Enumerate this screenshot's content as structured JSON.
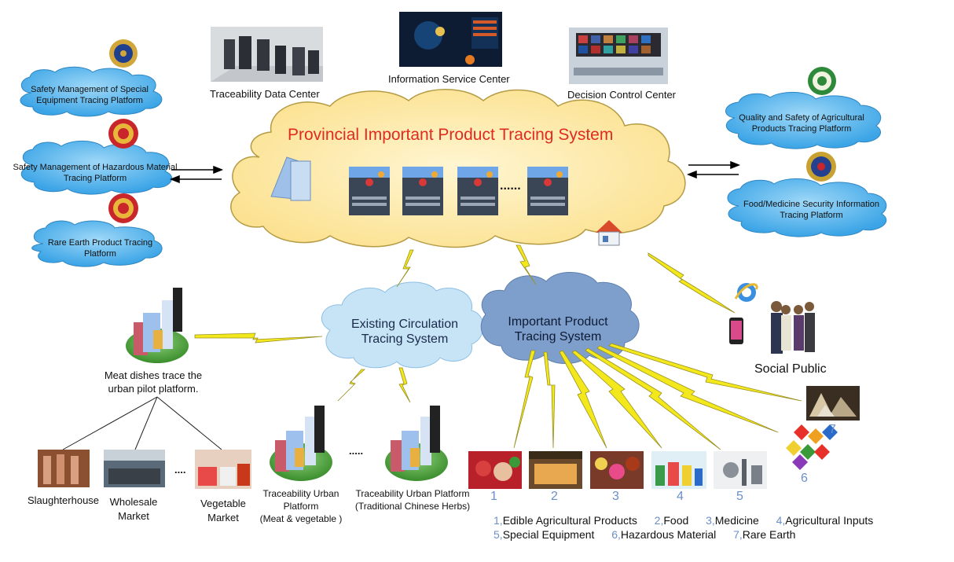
{
  "main_system": {
    "title": "Provincial Important Product Tracing System"
  },
  "top_centers": [
    {
      "label": "Traceability Data Center"
    },
    {
      "label": "Information Service Center"
    },
    {
      "label": "Decision Control Center"
    }
  ],
  "left_platforms": [
    {
      "label": "Safety Management of Special Equipment Tracing Platform"
    },
    {
      "label": "Safety Management of Hazardous Material Tracing Platform"
    },
    {
      "label": "Rare Earth Product Tracing Platform"
    }
  ],
  "right_platforms": [
    {
      "label": "Quality and Safety of Agricultural Products Tracing Platform"
    },
    {
      "label": "Food/Medicine Security Information Tracing Platform"
    }
  ],
  "server_ellipsis": "......",
  "sub_systems": {
    "existing": "Existing Circulation Tracing System",
    "important": "Important Product Tracing System"
  },
  "social_public": "Social Public",
  "meat_platform": "Meat dishes trace the urban pilot platform.",
  "markets": [
    {
      "label": "Slaughterhouse"
    },
    {
      "label": "Wholesale Market"
    },
    {
      "label": "Vegetable Market"
    }
  ],
  "market_ellipsis": "....",
  "urban_platforms": [
    {
      "label": "Traceability Urban Platform",
      "sub": "(Meat & vegetable )"
    },
    {
      "label": "Traceability Urban Platform",
      "sub": "(Traditional Chinese Herbs)"
    }
  ],
  "urban_ellipsis": ".....",
  "product_numbers": [
    "1",
    "2",
    "3",
    "4",
    "5",
    "6",
    "7"
  ],
  "legend": [
    {
      "num": "1,",
      "label": "Edible Agricultural Products"
    },
    {
      "num": "2,",
      "label": "Food"
    },
    {
      "num": "3,",
      "label": "Medicine"
    },
    {
      "num": "4,",
      "label": "Agricultural Inputs"
    },
    {
      "num": "5,",
      "label": "Special Equipment"
    },
    {
      "num": "6,",
      "label": "Hazardous Material"
    },
    {
      "num": "7,",
      "label": "Rare Earth"
    }
  ],
  "colors": {
    "main_cloud": "#fde9a8",
    "title_red": "#e02b20",
    "blue_cloud": "#5bb6ee",
    "existing_cloud": "#bfe0f6",
    "important_cloud": "#7e9fcc",
    "number_blue": "#6b8fc8",
    "lightning": "#f3e81c"
  }
}
